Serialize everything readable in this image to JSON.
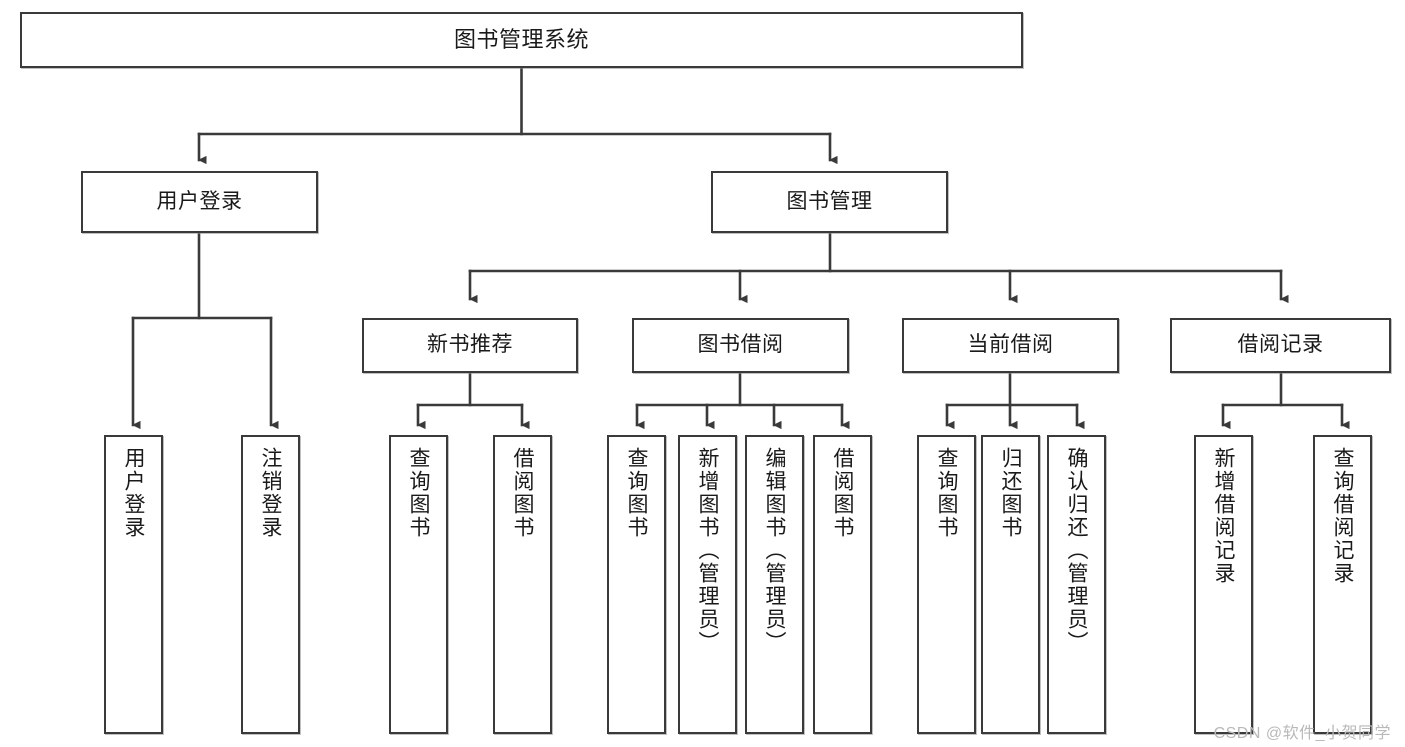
{
  "diagram": {
    "title": "图书管理系统",
    "type": "hierarchy-tree",
    "watermark": "CSDN @软件_小贺同学",
    "colors": {
      "box_border": "#3a3a3a",
      "box_fill": "#ffffff",
      "connector": "#3a3a3a",
      "text": "#1a1a1a",
      "watermark": "#b9b9b9"
    },
    "root": {
      "id": "root",
      "label": "图书管理系统"
    },
    "level2": [
      {
        "id": "user-login",
        "label": "用户登录"
      },
      {
        "id": "book-manage",
        "label": "图书管理"
      }
    ],
    "level3": [
      {
        "id": "new-book-rec",
        "label": "新书推荐",
        "parent": "book-manage"
      },
      {
        "id": "book-borrow",
        "label": "图书借阅",
        "parent": "book-manage"
      },
      {
        "id": "current-borrow",
        "label": "当前借阅",
        "parent": "book-manage"
      },
      {
        "id": "borrow-record",
        "label": "借阅记录",
        "parent": "book-manage"
      }
    ],
    "leaves": [
      {
        "id": "leaf-1",
        "label": "用户登录",
        "parent": "user-login"
      },
      {
        "id": "leaf-2",
        "label": "注销登录",
        "parent": "user-login"
      },
      {
        "id": "leaf-3",
        "label": "查询图书",
        "parent": "new-book-rec"
      },
      {
        "id": "leaf-4",
        "label": "借阅图书",
        "parent": "new-book-rec"
      },
      {
        "id": "leaf-5",
        "label": "查询图书",
        "parent": "book-borrow"
      },
      {
        "id": "leaf-6",
        "label": "新增图书（管理员）",
        "parent": "book-borrow"
      },
      {
        "id": "leaf-7",
        "label": "编辑图书（管理员）",
        "parent": "book-borrow"
      },
      {
        "id": "leaf-8",
        "label": "借阅图书",
        "parent": "book-borrow"
      },
      {
        "id": "leaf-9",
        "label": "查询图书",
        "parent": "current-borrow"
      },
      {
        "id": "leaf-10",
        "label": "归还图书",
        "parent": "current-borrow"
      },
      {
        "id": "leaf-11",
        "label": "确认归还（管理员）",
        "parent": "current-borrow"
      },
      {
        "id": "leaf-12",
        "label": "新增借阅记录",
        "parent": "borrow-record"
      },
      {
        "id": "leaf-13",
        "label": "查询借阅记录",
        "parent": "borrow-record"
      }
    ]
  }
}
